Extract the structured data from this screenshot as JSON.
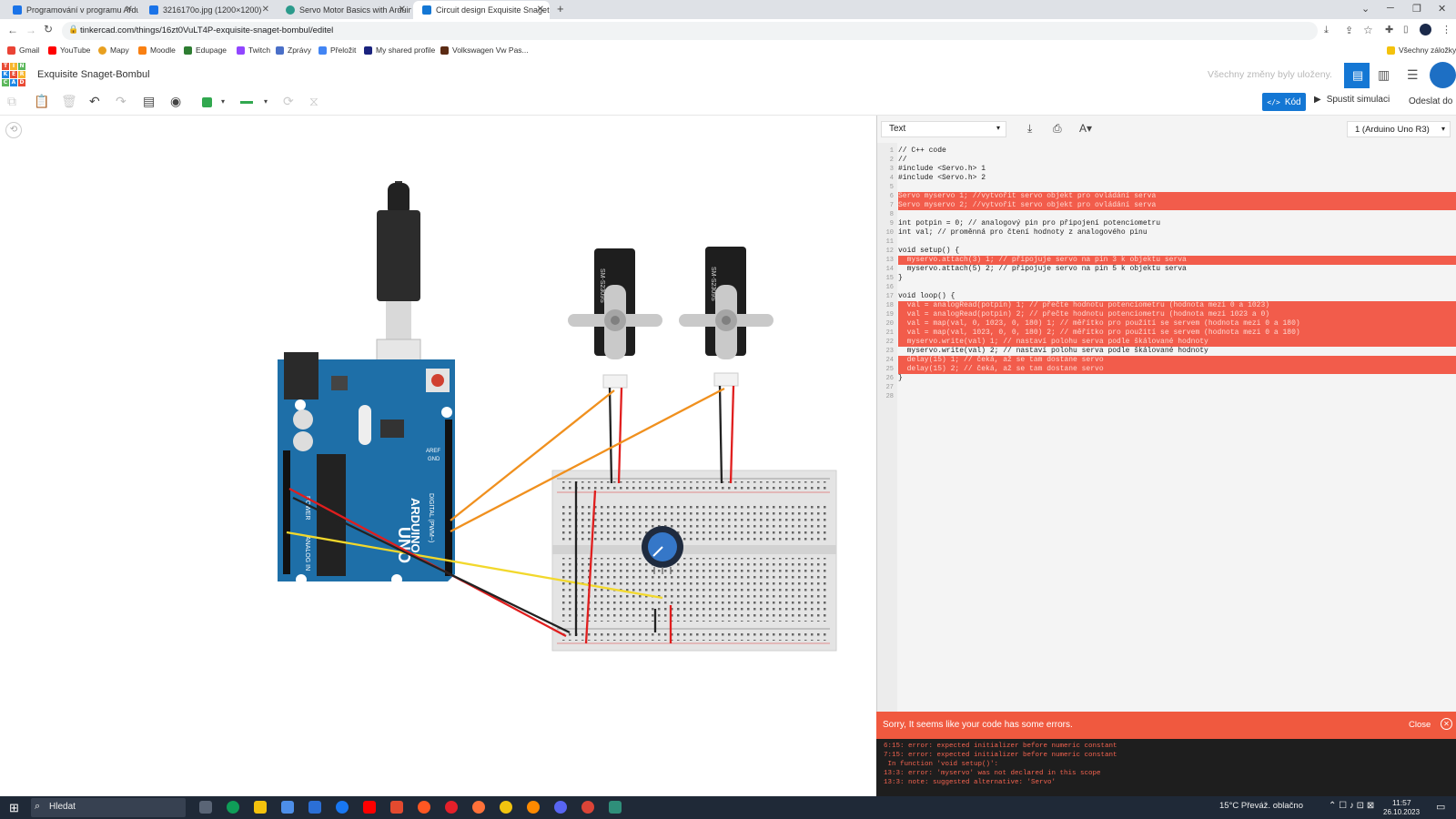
{
  "browser": {
    "tabs": [
      {
        "title": "Programování v programu Ardu",
        "active": false
      },
      {
        "title": "3216170o.jpg (1200×1200)",
        "active": false
      },
      {
        "title": "Servo Motor Basics with Arduin",
        "active": false
      },
      {
        "title": "Circuit design Exquisite Snaget",
        "active": true
      }
    ],
    "new_tab_glyph": "+",
    "url": "tinkercad.com/things/16zt0VuLT4P-exquisite-snaget-bombul/editel",
    "bookmarks": [
      "Gmail",
      "YouTube",
      "Mapy",
      "Moodle",
      "Edupage",
      "Twitch",
      "Zprávy",
      "Přeložit",
      "My shared profile",
      "Volkswagen Vw Pas..."
    ],
    "all_bookmarks": "Všechny záložky"
  },
  "tinkercad": {
    "logo_letters": [
      "TIN",
      "KER",
      "CAD"
    ],
    "design_name": "Exquisite Snaget-Bombul",
    "saved_status": "Všechny změny byly uloženy.",
    "code_button": "Kód",
    "simulate_button": "Spustit simulaci",
    "send_button": "Odeslat do",
    "editor_mode": "Text",
    "board_select": "1 (Arduino Uno R3)"
  },
  "code": {
    "lines": [
      {
        "n": "1",
        "text": "// C++ code",
        "err": false
      },
      {
        "n": "2",
        "text": "//",
        "err": false
      },
      {
        "n": "3",
        "text": "#include <Servo.h> 1",
        "err": false
      },
      {
        "n": "4",
        "text": "#include <Servo.h> 2",
        "err": false
      },
      {
        "n": "5",
        "text": "",
        "err": false
      },
      {
        "n": "6",
        "text": "Servo myservo 1; //vytvořit servo objekt pro ovládání serva",
        "err": true
      },
      {
        "n": "7",
        "text": "Servo myservo 2; //vytvořit servo objekt pro ovládání serva",
        "err": true
      },
      {
        "n": "8",
        "text": "",
        "err": false
      },
      {
        "n": "9",
        "text": "int potpin = 0; // analogový pin pro připojení potenciometru",
        "err": false
      },
      {
        "n": "10",
        "text": "int val; // proměnná pro čtení hodnoty z analogového pinu",
        "err": false
      },
      {
        "n": "11",
        "text": "",
        "err": false
      },
      {
        "n": "12",
        "text": "void setup() {",
        "err": false
      },
      {
        "n": "13",
        "text": "  myservo.attach(3) 1; // připojuje servo na pin 3 k objektu serva",
        "err": true
      },
      {
        "n": "14",
        "text": "  myservo.attach(5) 2; // připojuje servo na pin 5 k objektu serva",
        "err": false
      },
      {
        "n": "15",
        "text": "}",
        "err": false
      },
      {
        "n": "16",
        "text": "",
        "err": false
      },
      {
        "n": "17",
        "text": "void loop() {",
        "err": false
      },
      {
        "n": "18",
        "text": "  val = analogRead(potpin) 1; // přečte hodnotu potenciometru (hodnota mezi 0 a 1023)",
        "err": true
      },
      {
        "n": "19",
        "text": "  val = analogRead(potpin) 2; // přečte hodnotu potenciometru (hodnota mezi 1023 a 0)",
        "err": true
      },
      {
        "n": "20",
        "text": "  val = map(val, 0, 1023, 0, 180) 1; // měřítko pro použití se servem (hodnota mezi 0 a 180)",
        "err": true
      },
      {
        "n": "21",
        "text": "  val = map(val, 1023, 0, 0, 180) 2; // měřítko pro použití se servem (hodnota mezi 0 a 180)",
        "err": true
      },
      {
        "n": "22",
        "text": "  myservo.write(val) 1; // nastaví polohu serva podle škálované hodnoty",
        "err": true
      },
      {
        "n": "23",
        "text": "  myservo.write(val) 2; // nastaví polohu serva podle škálované hodnoty",
        "err": false
      },
      {
        "n": "24",
        "text": "  delay(15) 1; // čeká, až se tam dostane servo",
        "err": true
      },
      {
        "n": "25",
        "text": "  delay(15) 2; // čeká, až se tam dostane servo",
        "err": true
      },
      {
        "n": "26",
        "text": "}",
        "err": false
      },
      {
        "n": "27",
        "text": "",
        "err": false
      },
      {
        "n": "28",
        "text": "",
        "err": false
      }
    ]
  },
  "errors": {
    "banner": "Sorry, It seems like your code has some errors.",
    "close": "Close",
    "messages": [
      "6:15: error: expected initializer before numeric constant",
      "7:15: error: expected initializer before numeric constant",
      " In function 'void setup()':",
      "13:3: error: 'myservo' was not declared in this scope",
      "13:3: note: suggested alternative: 'Servo'"
    ]
  },
  "circuit": {
    "arduino_labels": {
      "brand": "ARDUINO",
      "model": "UNO",
      "digital": "DIGITAL (PWM~)",
      "analog": "ANALOG IN",
      "power": "POWER",
      "aref": "AREF",
      "gnd": "GND"
    },
    "servo_labels": [
      "SM-S2309S",
      "SM-S2309S"
    ]
  },
  "taskbar": {
    "search": "Hledat",
    "weather": "15°C  Převáž. oblačno",
    "time": "11:57",
    "date": "26.10.2023"
  },
  "colors": {
    "error": "#f0593f",
    "accent": "#1477d4",
    "arduino": "#1e6fa8"
  }
}
